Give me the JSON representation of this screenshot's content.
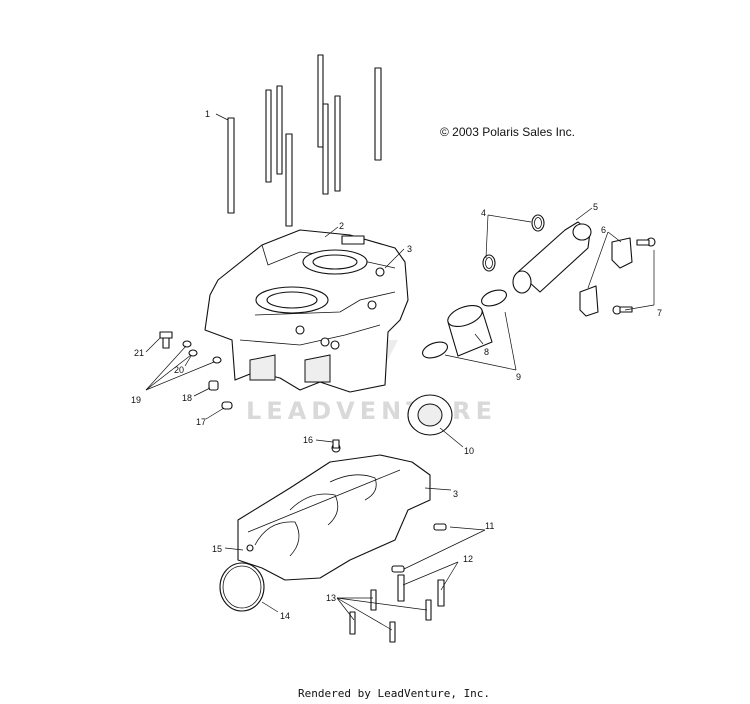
{
  "copyright": "© 2003 Polaris Sales Inc.",
  "watermark": "LEADVENTURE",
  "footer": "Rendered by LeadVenture, Inc.",
  "callouts": {
    "c1": "1",
    "c2": "2",
    "c3a": "3",
    "c3b": "3",
    "c4": "4",
    "c5": "5",
    "c6": "6",
    "c7": "7",
    "c8": "8",
    "c9": "9",
    "c10": "10",
    "c11": "11",
    "c12": "12",
    "c13": "13",
    "c14": "14",
    "c15": "15",
    "c16": "16",
    "c17": "17",
    "c18": "18",
    "c19": "19",
    "c20": "20",
    "c21": "21"
  }
}
